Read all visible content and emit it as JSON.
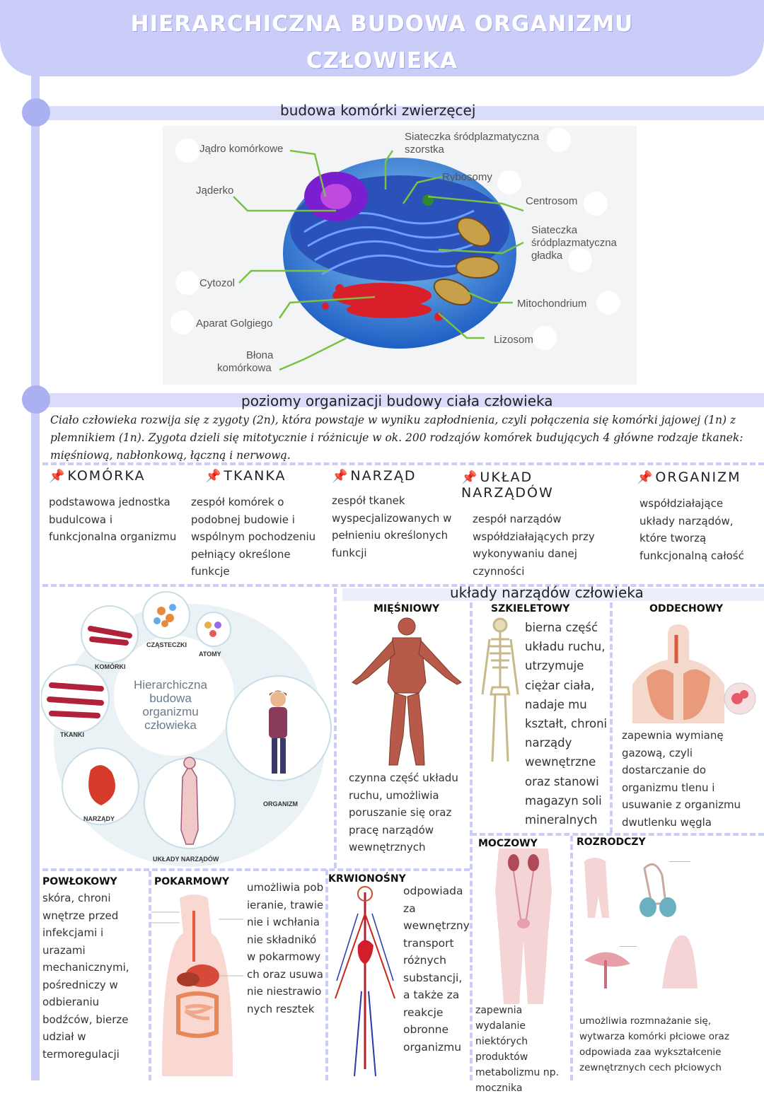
{
  "header": {
    "title_line1": "HIERARCHICZNA BUDOWA ORGANIZMU",
    "title_line2": "CZŁOWIEKA"
  },
  "cell_section": {
    "heading": "budowa komórki zwierzęcej",
    "labels": {
      "nucleus": "Jądro komórkowe",
      "nucleolus": "Jąderko",
      "cytosol": "Cytozol",
      "golgi": "Aparat Golgiego",
      "membrane_1": "Błona",
      "membrane_2": "komórkowa",
      "rough_er_1": "Siateczka śródplazmatyczna",
      "rough_er_2": "szorstka",
      "ribosomes": "Rybosomy",
      "centrosome": "Centrosom",
      "smooth_er_1": "Siateczka",
      "smooth_er_2": "śródplazmatyczna",
      "smooth_er_3": "gładka",
      "mitochondrion": "Mitochondrium",
      "lysosome": "Lizosom"
    }
  },
  "levels_section": {
    "heading": "poziomy organizacji budowy ciała człowieka",
    "intro": "Ciało człowieka rozwija się z zygoty (2n), która powstaje w wyniku zapłodnienia, czyli połączenia się komórki jajowej (1n) z plemnikiem (1n). Zygota dzieli się mitotycznie i różnicuje w ok. 200 rodzajów komórek budujących 4 główne rodzaje tkanek: mięśniową, nabłonkową, łączną i nerwową.",
    "levels": [
      {
        "title": "KOMÓRKA",
        "desc": "podstawowa jednostka budulcowa i funkcjonalna organizmu"
      },
      {
        "title": "TKANKA",
        "desc": "zespół komórek o podobnej budowie i wspólnym pochodzeniu pełniący określone funkcje"
      },
      {
        "title": "NARZĄD",
        "desc": "zespół tkanek wyspecjalizowanych w pełnieniu określonych funkcji"
      },
      {
        "title": "UKŁAD NARZĄDÓW",
        "desc": "zespół narządów współdziałających przy wykonywaniu danej czynności"
      },
      {
        "title": "ORGANIZM",
        "desc": "współdziałające układy narządów, które tworzą funkcjonalną całość"
      }
    ]
  },
  "hierarchy_diagram": {
    "center_1": "Hierarchiczna",
    "center_2": "budowa",
    "center_3": "organizmu",
    "center_4": "człowieka",
    "labels": [
      "CZĄSTECZKI",
      "ATOMY",
      "KOMÓRKI",
      "TKANKI",
      "NARZĄDY",
      "UKŁADY NARZĄDÓW",
      "ORGANIZM"
    ]
  },
  "systems_section": {
    "heading": "układy narządów człowieka",
    "systems": [
      {
        "title": "MIĘŚNIOWY",
        "desc": "czynna część układu ruchu, umożliwia poruszanie się oraz pracę narządów wewnętrznych"
      },
      {
        "title": "SZKIELETOWY",
        "desc": "bierna część układu ruchu, utrzymuje ciężar ciała, nadaje mu kształt, chroni narządy wewnętrzne oraz stanowi magazyn soli mineralnych"
      },
      {
        "title": "ODDECHOWY",
        "desc": "zapewnia wymianę gazową, czyli dostarczanie do organizmu tlenu i usuwanie z organizmu dwutlenku węgla"
      },
      {
        "title": "POWŁOKOWY",
        "desc": "skóra, chroni wnętrze przed infekcjami i urazami mechanicznymi, pośredniczy w odbieraniu bodźców, bierze udział w termoregulacji"
      },
      {
        "title": "POKARMOWY",
        "desc": "umożliwia pobieranie, trawienie i wchłanianie składników pokarmowych oraz usuwanie niestrawionych resztek"
      },
      {
        "title": "KRWIONOŚNY",
        "desc": "odpowiada za wewnętrzny transport różnych substancji, a także za reakcje obronne organizmu"
      },
      {
        "title": "MOCZOWY",
        "desc": "zapewnia wydalanie niektórych produktów metabolizmu np. mocznika"
      },
      {
        "title": "ROZRODCZY",
        "desc": "umożliwia rozmnażanie się, wytwarza komórki płciowe oraz odpowiada zaa wykształcenie zewnętrznych cech płciowych"
      }
    ]
  },
  "colors": {
    "banner": "#c9cdf7",
    "dot": "#aab0f2",
    "pin": "#d23a3a",
    "cell_blue": "#3f78d8",
    "label_lines": "#7bc043"
  }
}
